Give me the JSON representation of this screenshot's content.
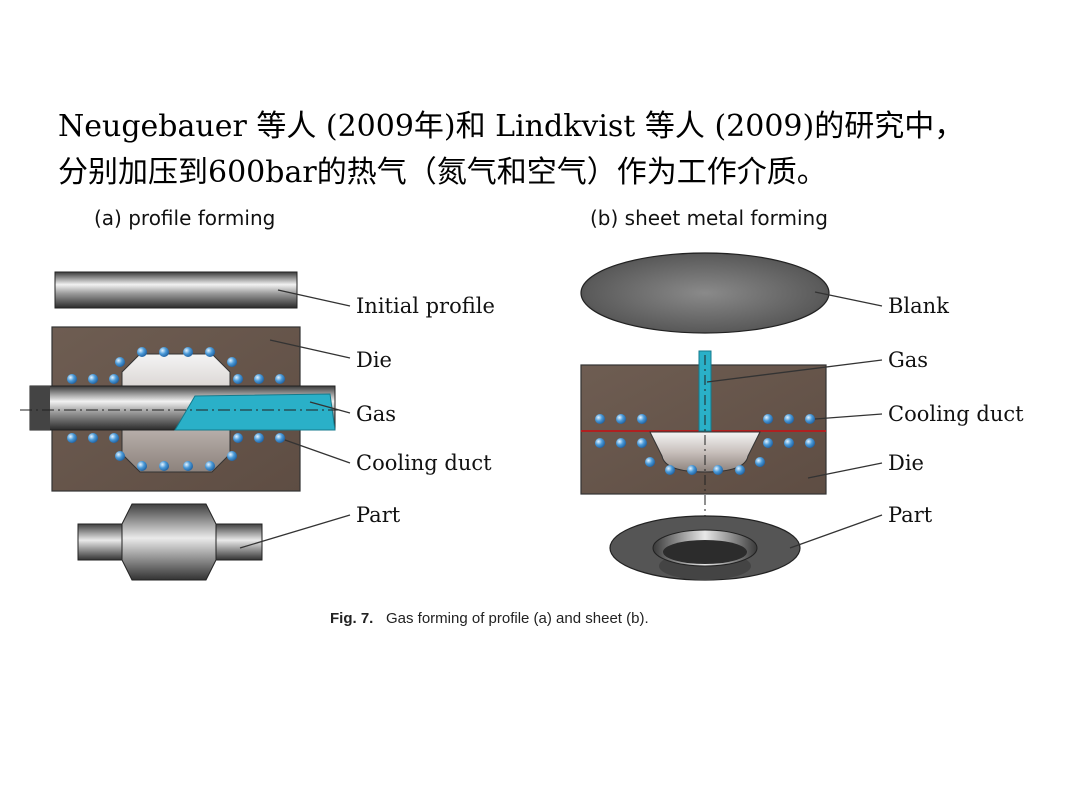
{
  "slide": {
    "line1": "Neugebauer 等人 (2009年)和 Lindkvist 等人 (2009)的研究中，",
    "line2": "分别加压到600bar的热气（氮气和空气）作为工作介质。"
  },
  "figure": {
    "panel_a_title": "(a) profile forming",
    "panel_b_title": "(b) sheet metal forming",
    "labels_a": {
      "initial_profile": "Initial profile",
      "die": "Die",
      "gas": "Gas",
      "cooling_duct": "Cooling duct",
      "part": "Part"
    },
    "labels_b": {
      "blank": "Blank",
      "gas": "Gas",
      "cooling_duct": "Cooling duct",
      "die": "Die",
      "part": "Part"
    },
    "caption_prefix": "Fig. 7.",
    "caption_text": "Gas forming of profile (a) and sheet (b)."
  },
  "colors": {
    "die": "#6b5a4f",
    "gas": "#2ab0c8",
    "cooling_duct": "#4a9ad8",
    "seam": "#b02020"
  }
}
